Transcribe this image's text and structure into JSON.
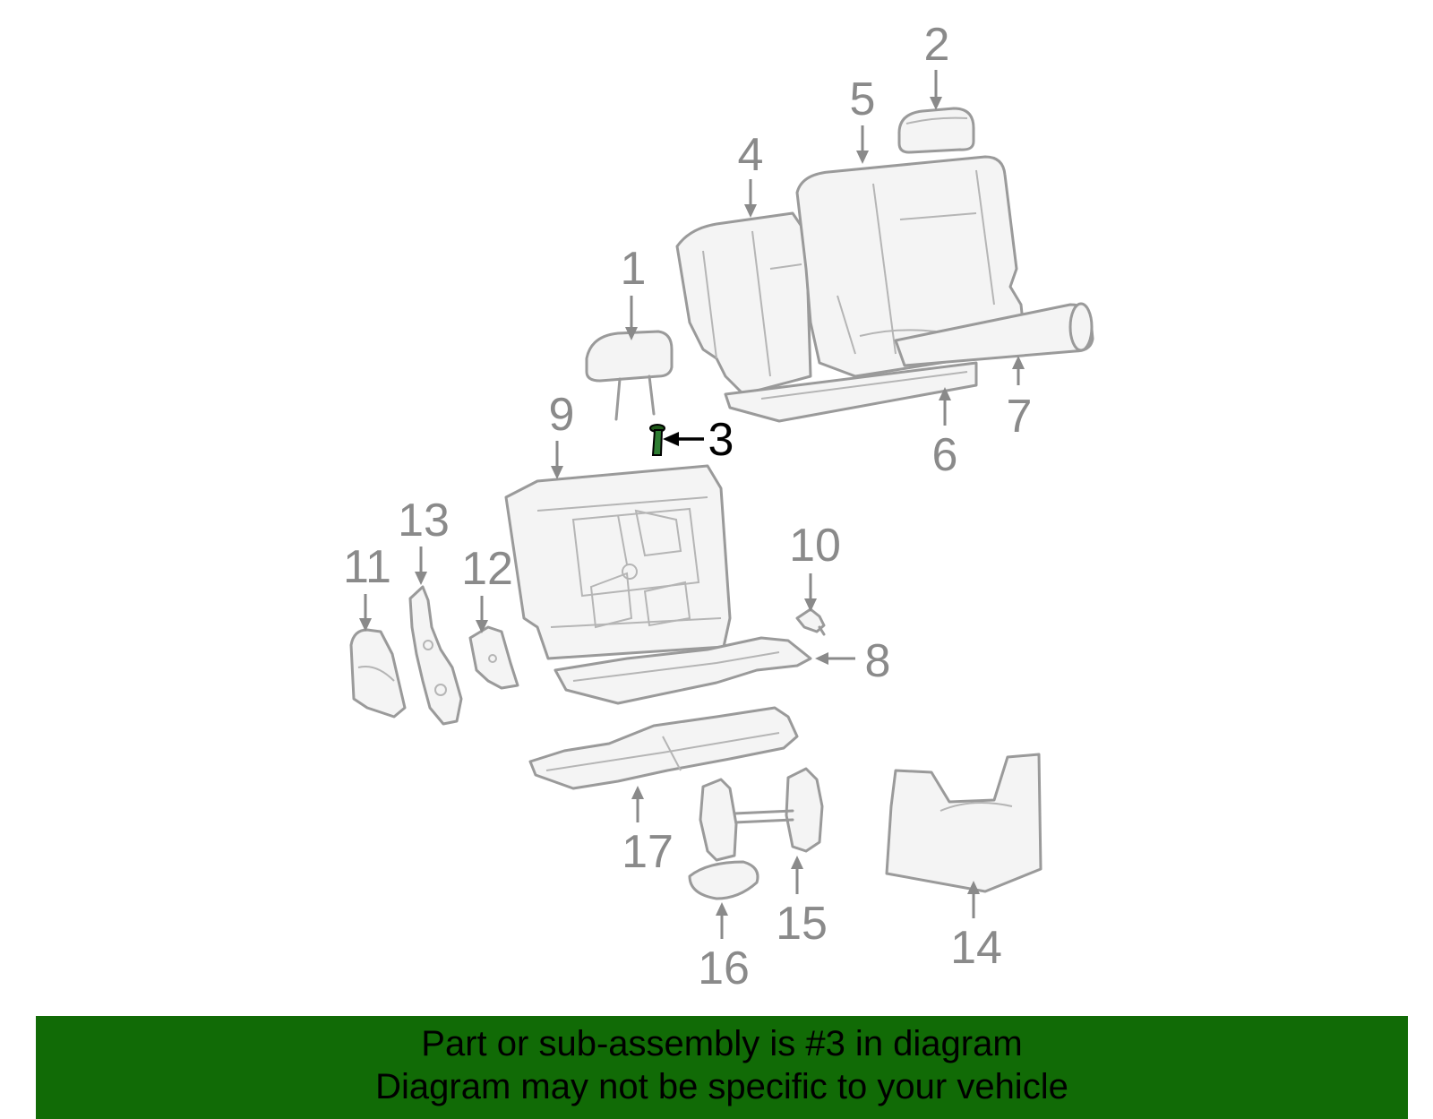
{
  "diagram": {
    "callouts": [
      "1",
      "2",
      "3",
      "4",
      "5",
      "6",
      "7",
      "8",
      "9",
      "10",
      "11",
      "12",
      "13",
      "14",
      "15",
      "16",
      "17"
    ],
    "highlighted_part": "3"
  },
  "banner": {
    "line1": "Part or sub-assembly is #3 in diagram",
    "line2": "Diagram may not be specific to your vehicle",
    "color": "#116b06"
  }
}
